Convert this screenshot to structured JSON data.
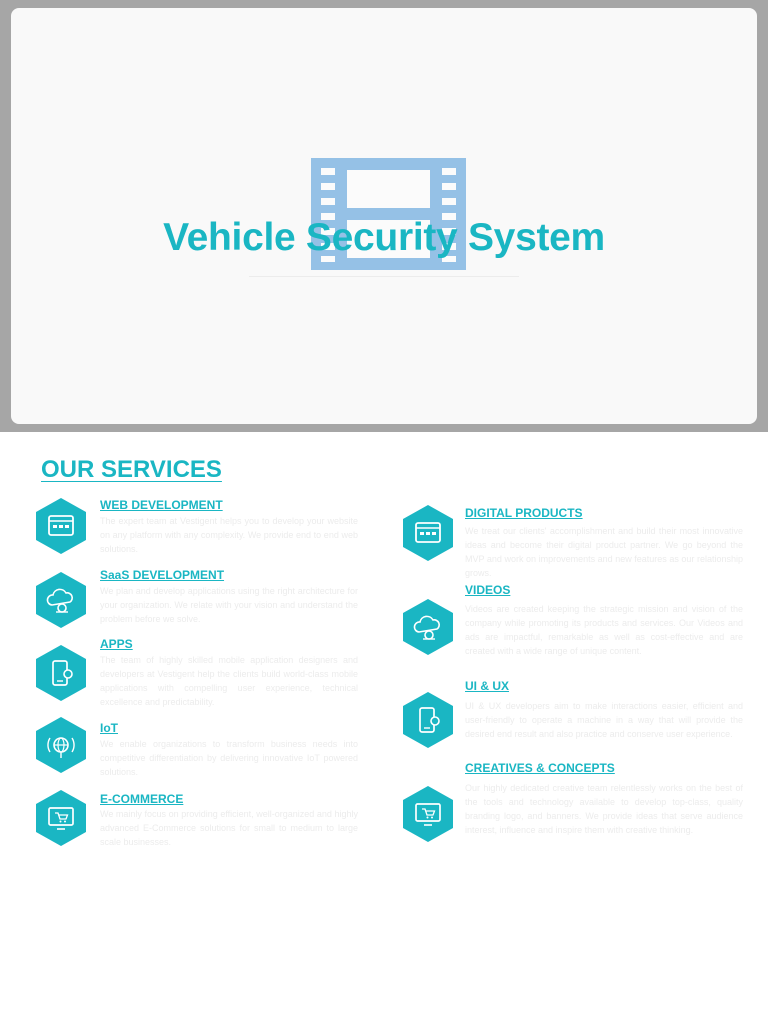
{
  "slide": {
    "title": "Vehicle Security System",
    "icon": "film-strip-icon"
  },
  "services": {
    "heading": "OUR SERVICES",
    "brand_color": "#1ab6c3",
    "left": [
      {
        "title": "WEB DEVELOPMENT",
        "icon": "web-window-icon",
        "desc": "The expert team at Vestigent helps you to develop your website on any platform with any complexity. We provide end to end web solutions."
      },
      {
        "title": "SaaS DEVELOPMENT",
        "icon": "cloud-gear-icon",
        "desc": "We plan and develop applications using the right architecture for your organization. We relate with your vision and understand the problem before we solve."
      },
      {
        "title": "APPS",
        "icon": "mobile-gear-icon",
        "desc": "The team of highly skilled mobile application designers and developers at Vestigent help the clients build world-class mobile applications with compelling user experience, technical excellence and predictability."
      },
      {
        "title": "IoT",
        "icon": "globe-signal-icon",
        "desc": "We enable organizations to transform business needs into competitive differentiation by delivering innovative IoT powered solutions."
      },
      {
        "title": "E-COMMERCE",
        "icon": "monitor-cart-icon",
        "desc": "We mainly focus on providing efficient, well-organized and highly advanced E-Commerce solutions for small to medium to large scale businesses."
      }
    ],
    "right": [
      {
        "title": "DIGITAL PRODUCTS",
        "icon": "web-window-icon",
        "desc": "We treat our clients' accomplishment and build their most innovative ideas and become their digital product partner. We go beyond the MVP and work on improvements and new features as our relationship grows."
      },
      {
        "title": "VIDEOS",
        "icon": "cloud-gear-icon",
        "desc": "Videos are created keeping the strategic mission and vision of the company while promoting its products and services. Our Videos and ads are impactful, remarkable as well as cost-effective and are created with a wide range of unique content."
      },
      {
        "title": "UI & UX",
        "icon": "mobile-gear-icon",
        "desc": "UI & UX developers aim to make interactions easier, efficient and user-friendly to operate a machine in a way that will provide the desired end result and also practice and conserve user experience."
      },
      {
        "title": "CREATIVES & CONCEPTS",
        "icon": "monitor-cart-icon",
        "desc": "Our highly dedicated creative team relentlessly works on the best of the tools and technology available to develop top-class, quality branding logo, and banners. We provide ideas that serve audience interest, influence and inspire them with creative thinking."
      }
    ]
  }
}
